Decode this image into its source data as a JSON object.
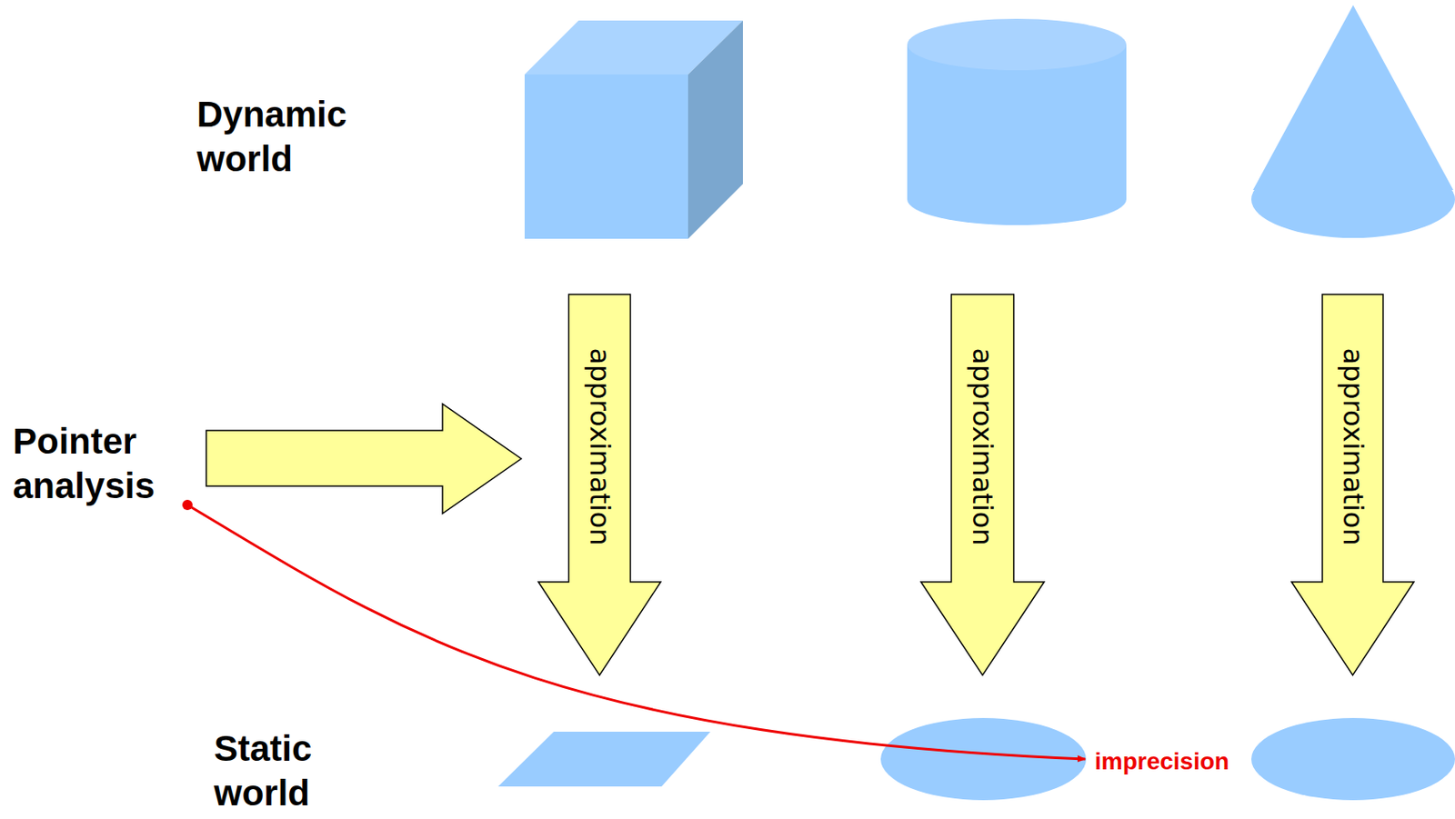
{
  "diagram": {
    "nodes": [
      {
        "text": [
          "approximation"
        ]
      },
      {
        "text": [
          "approximation"
        ]
      },
      {
        "text": [
          "approximation"
        ]
      }
    ],
    "labels": [
      "Dynamic world",
      "Pointer analysis",
      "Static world",
      "imprecision"
    ]
  }
}
